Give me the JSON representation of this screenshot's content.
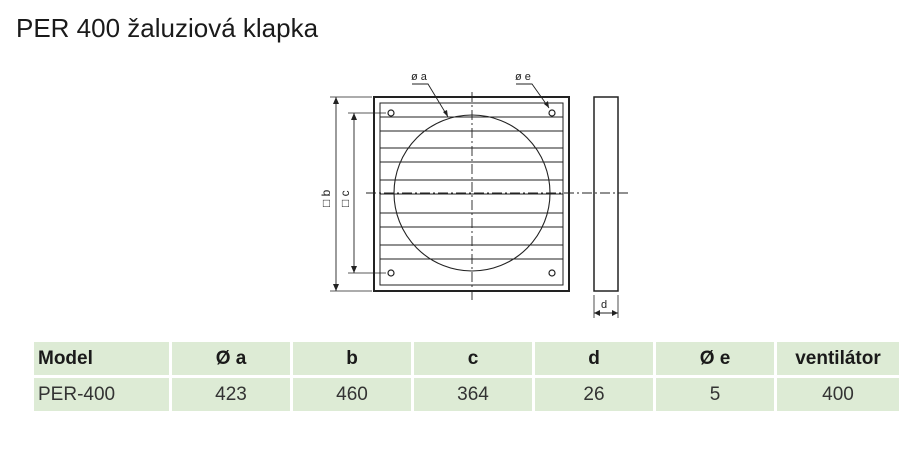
{
  "title": "PER 400 žaluziová klapka",
  "drawing": {
    "label_a": "ø a",
    "label_e": "ø e",
    "label_b": "□ b",
    "label_c": "□ c",
    "label_d": "d"
  },
  "table": {
    "headers": [
      "Model",
      "Ø a",
      "b",
      "c",
      "d",
      "Ø e",
      "ventilátor"
    ],
    "rows": [
      [
        "PER-400",
        "423",
        "460",
        "364",
        "26",
        "5",
        "400"
      ]
    ]
  },
  "colors": {
    "table_cell_bg": "#ddebd5",
    "line": "#222222"
  }
}
